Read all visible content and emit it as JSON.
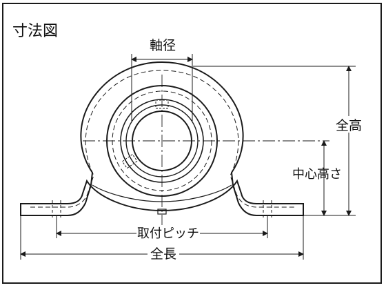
{
  "diagram": {
    "title": "寸法図",
    "labels": {
      "shaft_diameter": "軸径",
      "overall_height": "全高",
      "center_height": "中心高さ",
      "mounting_pitch": "取付ピッチ",
      "overall_length": "全長"
    },
    "colors": {
      "line": "#1a1a1a",
      "background": "#ffffff"
    }
  }
}
